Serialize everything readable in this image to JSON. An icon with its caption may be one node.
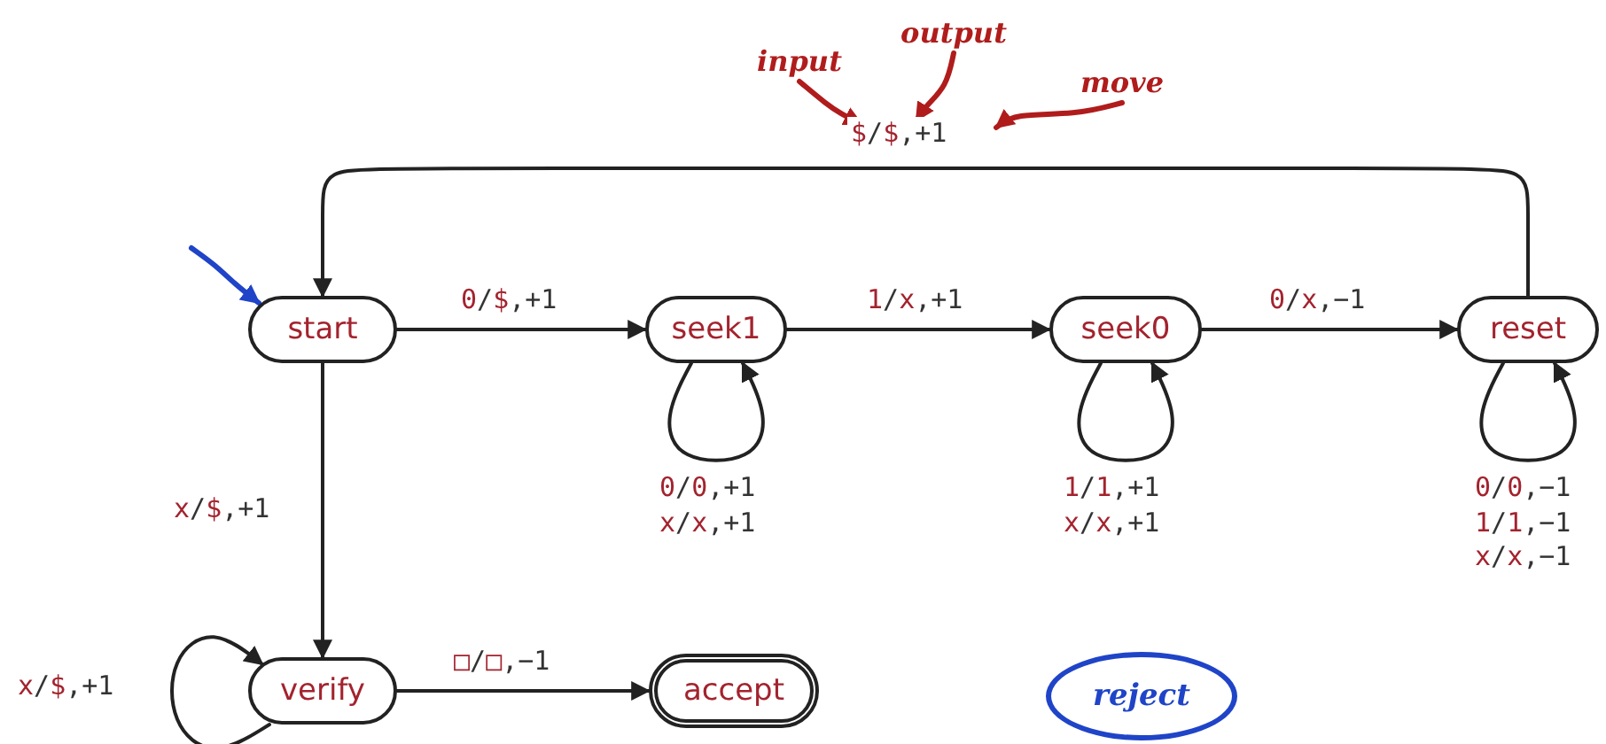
{
  "diagram": {
    "nodes": [
      {
        "text": [
          "start"
        ]
      },
      {
        "text": [
          "seek1"
        ]
      },
      {
        "text": [
          "seek0"
        ]
      },
      {
        "text": [
          "reset"
        ]
      },
      {
        "text": [
          "verify"
        ]
      },
      {
        "text": [
          "accept"
        ]
      },
      {
        "text": [
          "reject"
        ]
      },
      {
        "text": [
          "input"
        ]
      },
      {
        "text": [
          "output"
        ]
      },
      {
        "text": [
          "move"
        ]
      }
    ],
    "edges": [
      {
        "from": 0,
        "to": 1,
        "arrow": "to",
        "label": "0/$,+1"
      },
      {
        "from": 1,
        "to": 2,
        "arrow": "to",
        "label": "1/x,+1"
      },
      {
        "from": 2,
        "to": 3,
        "arrow": "to",
        "label": "0/x,−1"
      },
      {
        "from": 3,
        "to": 0,
        "arrow": "to",
        "label": "$/$,+1"
      },
      {
        "from": 0,
        "to": 4,
        "arrow": "to",
        "label": "x/$,+1"
      },
      {
        "from": 4,
        "to": 5,
        "arrow": "to",
        "label": "□/□,−1"
      },
      {
        "from": 1,
        "to": 1,
        "arrow": "to",
        "label": "0/0,+1 x/x,+1"
      },
      {
        "from": 2,
        "to": 2,
        "arrow": "to",
        "label": "1/1,+1 x/x,+1"
      },
      {
        "from": 3,
        "to": 3,
        "arrow": "to",
        "label": "0/0,−1 1/1,−1 x/x,−1"
      },
      {
        "from": 4,
        "to": 4,
        "arrow": "to",
        "label": "x/$,+1"
      },
      {
        "from": null,
        "to": 0,
        "arrow": "to",
        "color": "#1f44c8"
      },
      {
        "from": 7,
        "to": null,
        "arrow": "to",
        "color": "#b01c1c"
      },
      {
        "from": 8,
        "to": null,
        "arrow": "to",
        "color": "#b01c1c"
      },
      {
        "from": 9,
        "to": null,
        "arrow": "to",
        "color": "#b01c1c"
      }
    ]
  }
}
